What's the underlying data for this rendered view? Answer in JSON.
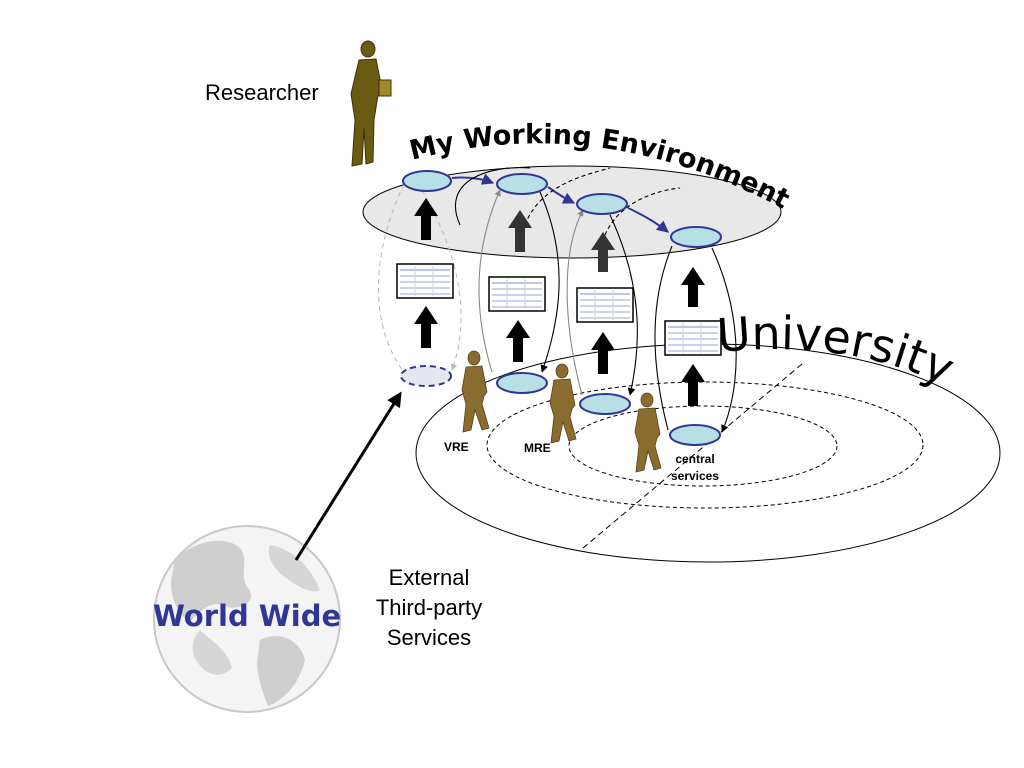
{
  "diagram": {
    "researcher_label": "Researcher",
    "working_env_label": "My Working Environment",
    "university_label": "University",
    "vre_label": "VRE",
    "mre_label": "MRE",
    "central_services_line1": "central",
    "central_services_line2": "services",
    "world_wide_label": "World Wide",
    "external_line1": "External",
    "external_line2": "Third-party",
    "external_line3": "Services"
  },
  "colors": {
    "service_fill": "#b7dfe6",
    "service_stroke": "#2e3796",
    "world_text": "#2e3796",
    "researcher": "#6b5a12",
    "people": "#8a6b30",
    "plate_fill": "#e8e8e8"
  }
}
